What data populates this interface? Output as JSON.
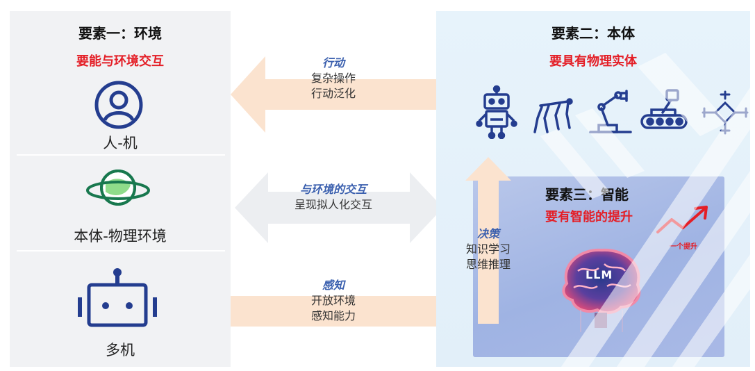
{
  "left": {
    "title": "要素一：环境",
    "subtitle": "要能与环境交互",
    "items": [
      {
        "label": "人-机",
        "icon": "person-circle-icon"
      },
      {
        "label": "本体-物理环境",
        "icon": "planet-icon"
      },
      {
        "label": "多机",
        "icon": "robot-face-icon"
      }
    ]
  },
  "middle": {
    "action": {
      "title": "行动",
      "line1": "复杂操作",
      "line2": "行动泛化"
    },
    "interact": {
      "title": "与环境的交互",
      "line1": "呈现拟人化交互"
    },
    "perceive": {
      "title": "感知",
      "line1": "开放环境",
      "line2": "感知能力"
    },
    "decide": {
      "title": "决策",
      "line1": "知识学习",
      "line2": "思维推理"
    }
  },
  "right": {
    "title": "要素二：本体",
    "subtitle": "要具有物理实体",
    "icons": [
      "humanoid-robot-icon",
      "quadruped-robot-icon",
      "robot-arm-icon",
      "tracked-robot-icon",
      "drone-icon"
    ]
  },
  "intelligence": {
    "title": "要素三：智能",
    "subtitle": "要有智能的提升",
    "trend_label": "一个提升",
    "brain_label": "LLM"
  },
  "colors": {
    "accent_red": "#e41e26",
    "navy": "#243d8f",
    "arrow_peach": "#fbe3cf",
    "arrow_grey": "#e9ebee",
    "heading_blue": "#3a5fae"
  }
}
